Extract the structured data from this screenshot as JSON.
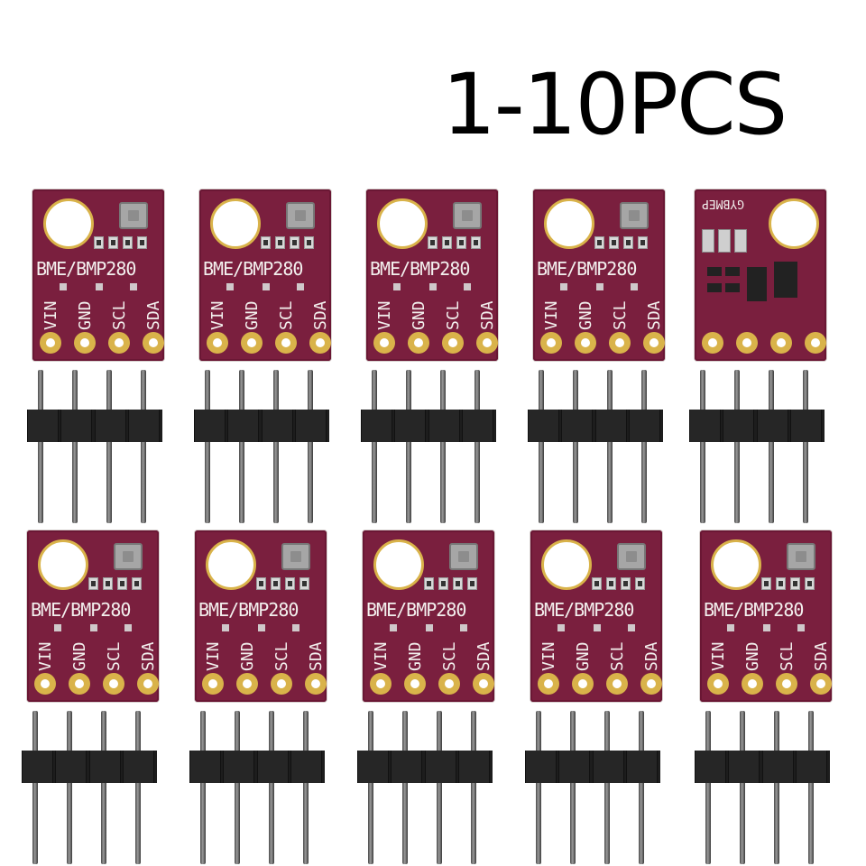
{
  "headline": "1-10PCS",
  "board": {
    "model_label": "BME/BMP280",
    "pin_labels": [
      "VIN",
      "GND",
      "SCL",
      "SDA"
    ],
    "back_label": "GYBMEP"
  },
  "colors": {
    "pcb": "#7a1f3e",
    "pad": "#d9b34a",
    "header_plastic": "#1d1d1d",
    "pin_metal": "#9a9a9a",
    "sensor_chip": "#a6a6a6"
  },
  "counts": {
    "modules_shown": 10,
    "rows": 2,
    "per_row": 5,
    "back_side_shown": 1
  }
}
